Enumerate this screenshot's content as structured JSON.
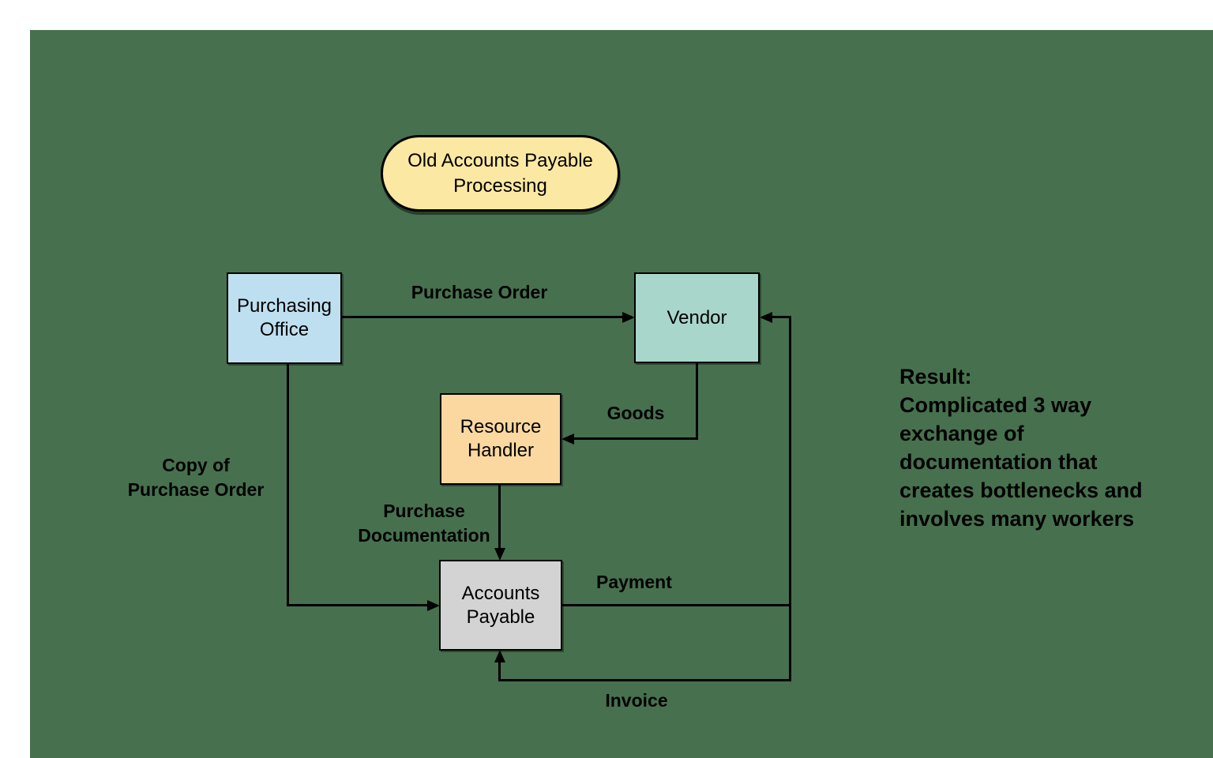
{
  "canvas": {
    "page_background": "#ffffff",
    "board_color": "#47714e",
    "line_color": "#000000",
    "text_color": "#000000"
  },
  "title_node": {
    "label": "Old Accounts Payable\nProcessing",
    "fill": "#fbe8a2"
  },
  "nodes": [
    {
      "id": "purchasing-office",
      "label": "Purchasing\nOffice",
      "fill": "#bedff0"
    },
    {
      "id": "vendor",
      "label": "Vendor",
      "fill": "#a8d6ca"
    },
    {
      "id": "resource-handler",
      "label": "Resource\nHandler",
      "fill": "#fad8a0"
    },
    {
      "id": "accounts-payable",
      "label": "Accounts\nPayable",
      "fill": "#d3d3d3"
    }
  ],
  "edges": [
    {
      "from": "purchasing-office",
      "to": "vendor",
      "label": "Purchase Order"
    },
    {
      "from": "vendor",
      "to": "resource-handler",
      "label": "Goods"
    },
    {
      "from": "purchasing-office",
      "to": "accounts-payable",
      "label": "Copy of\nPurchase Order"
    },
    {
      "from": "resource-handler",
      "to": "accounts-payable",
      "label": "Purchase\nDocumentation"
    },
    {
      "from": "accounts-payable",
      "to": "vendor",
      "label": "Payment"
    },
    {
      "from": "vendor",
      "to": "accounts-payable",
      "label": "Invoice"
    }
  ],
  "result_note": {
    "text": "Result:\nComplicated 3 way\nexchange of\ndocumentation that\ncreates bottlenecks and\ninvolves many workers"
  }
}
